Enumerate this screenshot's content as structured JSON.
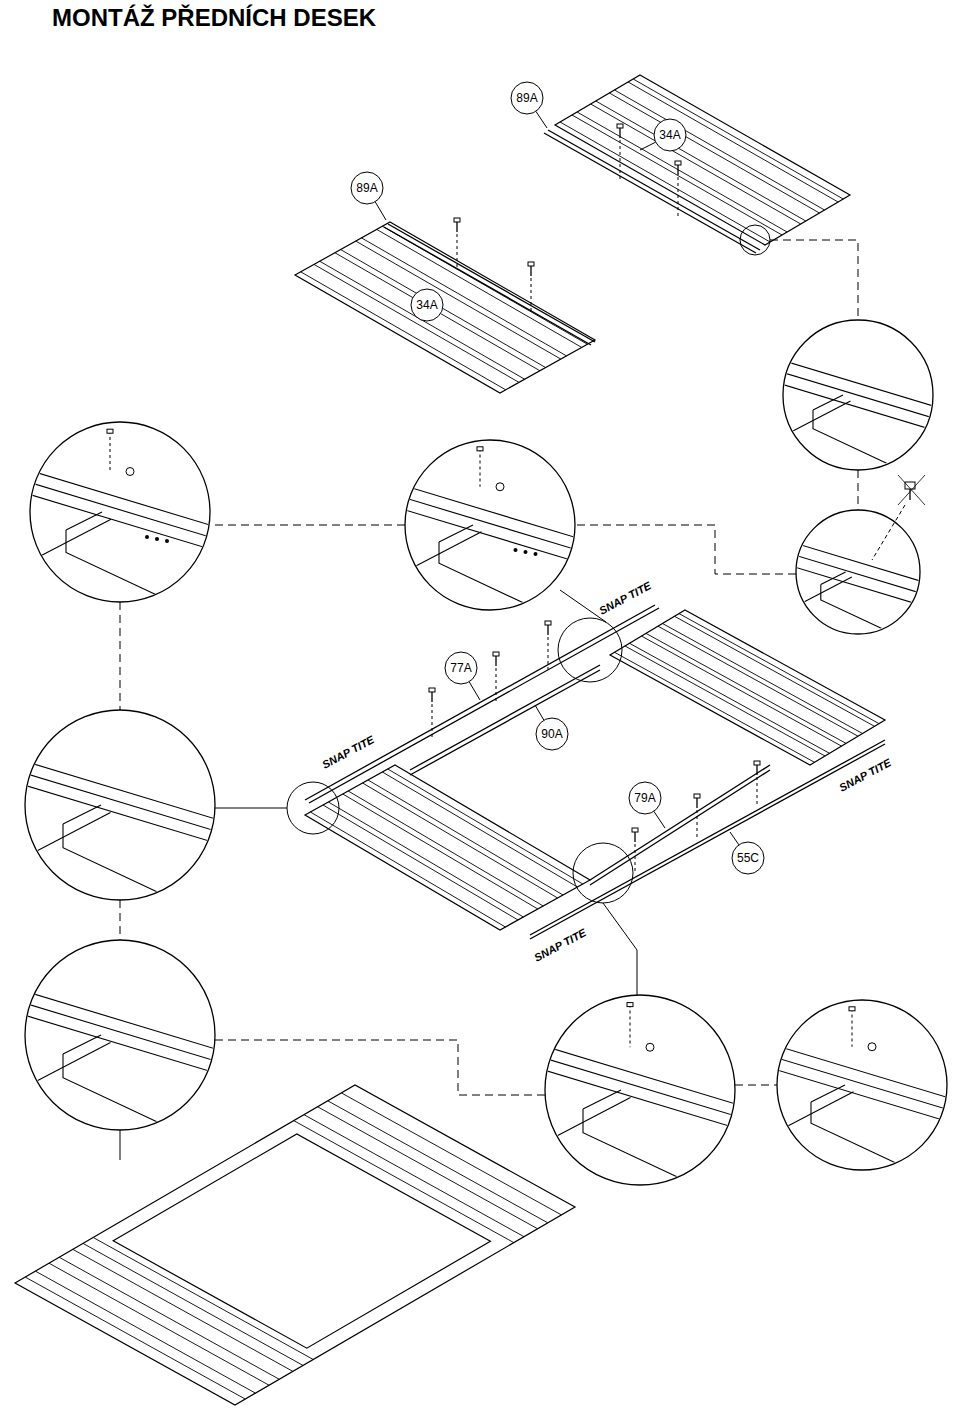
{
  "diagram": {
    "title": "MONTÁŽ PŘEDNÍCH DESEK",
    "labels": [
      "89A",
      "34A",
      "89A",
      "34A",
      "SNAP TITE",
      "77A",
      "90A",
      "SNAP TITE",
      "79A",
      "SNAP TITE",
      "55C",
      "SNAP TITE"
    ]
  }
}
